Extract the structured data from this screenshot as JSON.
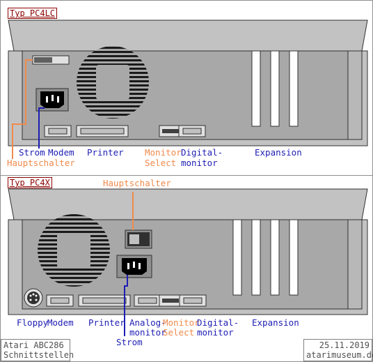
{
  "colors": {
    "blue": "#1d1db4",
    "orange": "#f08a4b",
    "tag": "#8b0000",
    "case": "#c0c0c0",
    "panel": "#a8a8a8"
  },
  "model_lc": {
    "tag": "Typ PC4LC",
    "labels": {
      "strom": "Strom",
      "modem": "Modem",
      "printer": "Printer",
      "hauptschalter": "Hauptschalter",
      "monitor_select_1": "Monitor",
      "monitor_select_2": "Select",
      "digital_1": "Digital-",
      "digital_2": "monitor",
      "expansion": "Expansion"
    }
  },
  "model_4x": {
    "tag": "Typ PC4X",
    "labels": {
      "hauptschalter": "Hauptschalter",
      "floppy": "Floppy",
      "modem": "Modem",
      "printer": "Printer",
      "analog_1": "Analog-",
      "analog_2": "monitor",
      "monitor_select_1": "Monitor",
      "monitor_select_2": "Select",
      "digital_1": "Digital-",
      "digital_2": "monitor",
      "strom": "Strom",
      "expansion": "Expansion"
    }
  },
  "footer": {
    "left_1": "Atari ABC286",
    "left_2": "Schnittstellen",
    "right_1": "25.11.2019",
    "right_2": "atarimuseum.de"
  }
}
